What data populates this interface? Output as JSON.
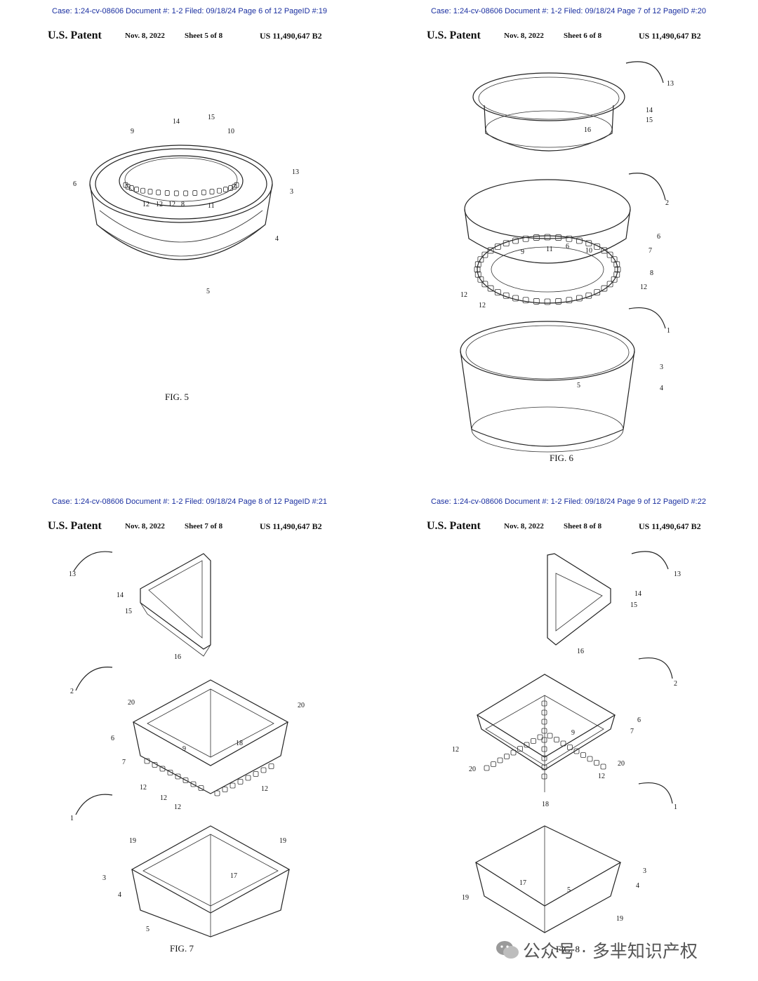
{
  "sheets": [
    {
      "case": "Case: 1:24-cv-08606 Document #: 1-2 Filed: 09/18/24 Page 6 of 12 PageID #:19",
      "patent": "U.S. Patent",
      "date": "Nov. 8, 2022",
      "sheet": "Sheet 5 of 8",
      "number": "US 11,490,647 B2",
      "fig": "FIG. 5",
      "labels": [
        "15",
        "14",
        "9",
        "10",
        "13",
        "6",
        "3",
        "12",
        "12",
        "12",
        "8",
        "11",
        "4",
        "5"
      ]
    },
    {
      "case": "Case: 1:24-cv-08606 Document #: 1-2 Filed: 09/18/24 Page 7 of 12 PageID #:20",
      "patent": "U.S. Patent",
      "date": "Nov. 8, 2022",
      "sheet": "Sheet 6 of 8",
      "number": "US 11,490,647 B2",
      "fig": "FIG. 6",
      "labels": [
        "13",
        "14",
        "15",
        "16",
        "2",
        "6",
        "7",
        "9",
        "11",
        "6",
        "10",
        "8",
        "12",
        "12",
        "12",
        "1",
        "3",
        "5",
        "4"
      ]
    },
    {
      "case": "Case: 1:24-cv-08606 Document #: 1-2 Filed: 09/18/24 Page 8 of 12 PageID #:21",
      "patent": "U.S. Patent",
      "date": "Nov. 8, 2022",
      "sheet": "Sheet 7 of 8",
      "number": "US 11,490,647 B2",
      "fig": "FIG. 7",
      "labels": [
        "13",
        "14",
        "15",
        "16",
        "2",
        "20",
        "20",
        "6",
        "9",
        "18",
        "7",
        "12",
        "12",
        "12",
        "12",
        "1",
        "19",
        "19",
        "3",
        "17",
        "4",
        "5"
      ]
    },
    {
      "case": "Case: 1:24-cv-08606 Document #: 1-2 Filed: 09/18/24 Page 9 of 12 PageID #:22",
      "patent": "U.S. Patent",
      "date": "Nov. 8, 2022",
      "sheet": "Sheet 8 of 8",
      "number": "US 11,490,647 B2",
      "fig": "FIG. 8",
      "labels": [
        "13",
        "14",
        "15",
        "16",
        "2",
        "6",
        "7",
        "12",
        "9",
        "20",
        "20",
        "12",
        "18",
        "1",
        "3",
        "17",
        "5",
        "4",
        "19",
        "19"
      ]
    }
  ],
  "watermark": {
    "text": "公众号 · 多芈知识产权"
  }
}
